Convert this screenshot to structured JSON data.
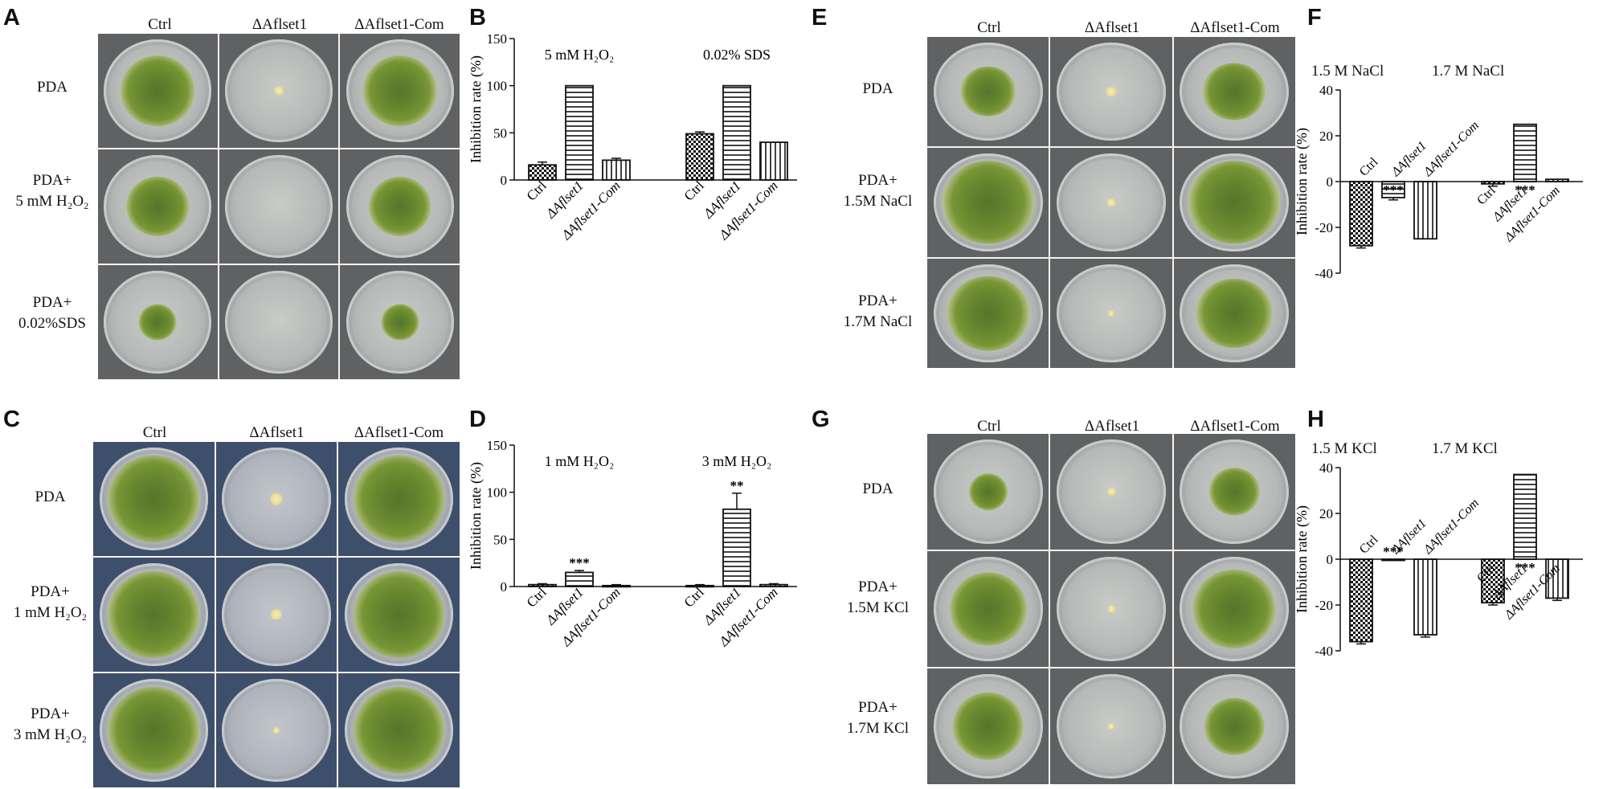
{
  "letters": {
    "a": "A",
    "b": "B",
    "c": "C",
    "d": "D",
    "e": "E",
    "f": "F",
    "g": "G",
    "h": "H"
  },
  "plate_cols": [
    "Ctrl",
    "ΔAflset1",
    "ΔAflset1-Com"
  ],
  "strain_labels": [
    "Ctrl",
    "ΔAflset1",
    "ΔAflset1-Com"
  ],
  "panel_a": {
    "rows": [
      {
        "line1": "PDA",
        "line2": ""
      },
      {
        "line1": "PDA+",
        "line2": "5 mM H₂O₂"
      },
      {
        "line1": "PDA+",
        "line2": "0.02%SDS"
      }
    ],
    "colonies": [
      [
        0.78,
        0.1,
        0.78
      ],
      [
        0.66,
        0,
        0.66
      ],
      [
        0.4,
        0,
        0.4
      ]
    ]
  },
  "panel_c": {
    "rows": [
      {
        "line1": "PDA",
        "line2": ""
      },
      {
        "line1": "PDA+",
        "line2": "1 mM H₂O₂"
      },
      {
        "line1": "PDA+",
        "line2": "3 mM H₂O₂"
      }
    ],
    "colonies": [
      [
        0.96,
        0.13,
        0.96
      ],
      [
        0.96,
        0.12,
        0.96
      ],
      [
        0.96,
        0.07,
        0.96
      ]
    ]
  },
  "panel_e": {
    "rows": [
      {
        "line1": "PDA",
        "line2": ""
      },
      {
        "line1": "PDA+",
        "line2": "1.5M NaCl"
      },
      {
        "line1": "PDA+",
        "line2": "1.7M NaCl"
      }
    ],
    "colonies": [
      [
        0.58,
        0.11,
        0.66
      ],
      [
        0.96,
        0.09,
        0.96
      ],
      [
        0.86,
        0.07,
        0.8
      ]
    ]
  },
  "panel_g": {
    "rows": [
      {
        "line1": "PDA",
        "line2": ""
      },
      {
        "line1": "PDA+",
        "line2": "1.5M KCl"
      },
      {
        "line1": "PDA+",
        "line2": "1.7M KCl"
      }
    ],
    "colonies": [
      [
        0.4,
        0.09,
        0.52
      ],
      [
        0.8,
        0.08,
        0.86
      ],
      [
        0.74,
        0.07,
        0.62
      ]
    ]
  },
  "chart_data": [
    {
      "panel": "B",
      "type": "bar",
      "ylabel": "Inhibition rate (%)",
      "ylim": [
        0,
        150
      ],
      "yticks": [
        0,
        50,
        100,
        150
      ],
      "groups": [
        {
          "label": "5 mM H₂O₂",
          "values": [
            16,
            100,
            21
          ],
          "errors": [
            3,
            0,
            2
          ],
          "stars": [
            "",
            "",
            ""
          ]
        },
        {
          "label": "0.02% SDS",
          "values": [
            49,
            100,
            40
          ],
          "errors": [
            2,
            0,
            0
          ],
          "stars": [
            "",
            "",
            ""
          ]
        }
      ]
    },
    {
      "panel": "D",
      "type": "bar",
      "ylabel": "Inhibition rate (%)",
      "ylim": [
        0,
        150
      ],
      "yticks": [
        0,
        50,
        100,
        150
      ],
      "groups": [
        {
          "label": "1 mM H₂O₂",
          "values": [
            2,
            15,
            1
          ],
          "errors": [
            1,
            2,
            1
          ],
          "stars": [
            "",
            "***",
            ""
          ]
        },
        {
          "label": "3 mM H₂O₂",
          "values": [
            1,
            82,
            2
          ],
          "errors": [
            1,
            17,
            1
          ],
          "stars": [
            "",
            "**",
            ""
          ]
        }
      ]
    },
    {
      "panel": "F",
      "type": "bar",
      "ylabel": "Inhibition rate (%)",
      "ylim": [
        -40,
        40
      ],
      "yticks": [
        -40,
        -20,
        0,
        20,
        40
      ],
      "groups": [
        {
          "label": "1.5 M NaCl",
          "values": [
            -28,
            -7,
            -25
          ],
          "errors": [
            1,
            1,
            0
          ],
          "stars": [
            "",
            "***",
            ""
          ]
        },
        {
          "label": "1.7 M NaCl",
          "values": [
            -1,
            25,
            1
          ],
          "errors": [
            1,
            0,
            0
          ],
          "stars": [
            "",
            "***",
            ""
          ]
        }
      ]
    },
    {
      "panel": "H",
      "type": "bar",
      "ylabel": "Inhibition rate (%)",
      "ylim": [
        -40,
        40
      ],
      "yticks": [
        -40,
        -20,
        0,
        20,
        40
      ],
      "groups": [
        {
          "label": "1.5 M KCl",
          "values": [
            -36,
            0,
            -33
          ],
          "errors": [
            1,
            0,
            1
          ],
          "stars": [
            "",
            "***",
            ""
          ]
        },
        {
          "label": "1.7 M KCl",
          "values": [
            -19,
            37,
            -17
          ],
          "errors": [
            1,
            0,
            1
          ],
          "stars": [
            "",
            "***",
            ""
          ]
        }
      ]
    }
  ]
}
